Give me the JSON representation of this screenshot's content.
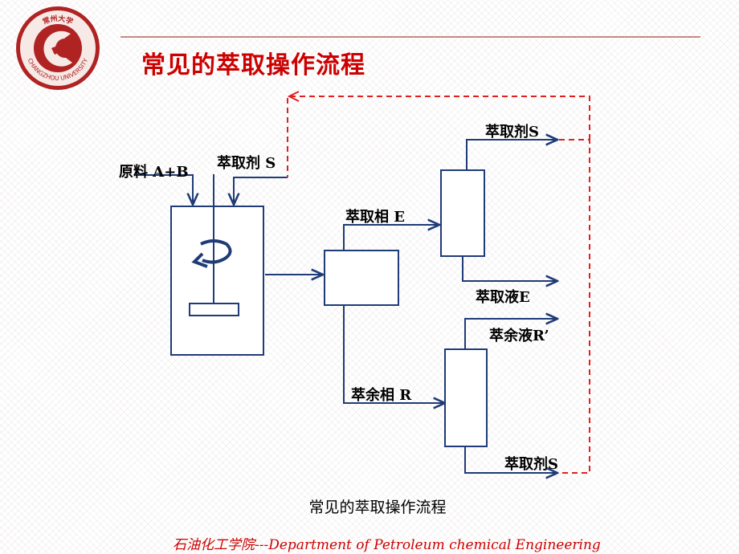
{
  "header": {
    "logo_text_top": "常州大学",
    "logo_text_bottom": "CHANGZHOU UNIVERSITY",
    "title": "常见的萃取操作流程",
    "accent_color": "#cc0000",
    "rule_color": "#c48a82"
  },
  "diagram": {
    "labels": {
      "feed": "原料 A+B",
      "solvent_in": "萃取剂 S",
      "extract_phase": "萃取相 E",
      "raffinate_phase": "萃余相 R",
      "solvent_out_top": "萃取剂S",
      "extract_liquid": "萃取液E",
      "raffinate_liquid": "萃余液R’",
      "solvent_out_bottom": "萃取剂S"
    },
    "recycle_line_color": "#e02020"
  },
  "caption": "常见的萃取操作流程",
  "footer": "石油化工学院---Department of Petroleum chemical Engineering"
}
